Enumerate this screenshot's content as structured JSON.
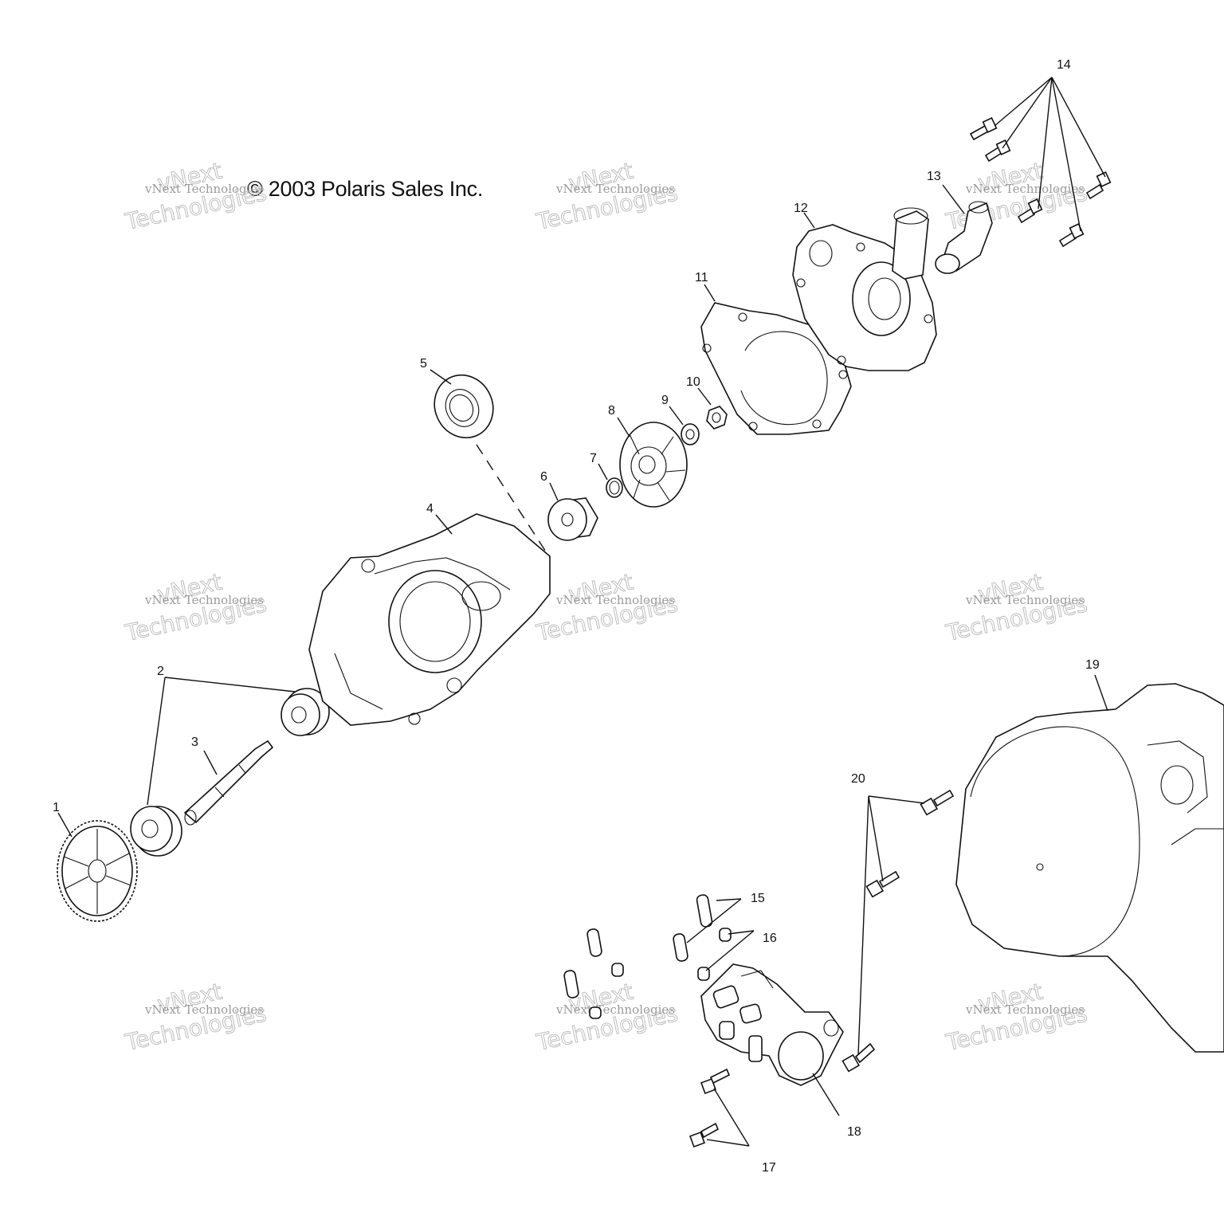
{
  "copyright": "© 2003 Polaris Sales Inc.",
  "watermark": {
    "line1": "vNext Technologies",
    "line2": "Technologies",
    "line3": "vNext"
  },
  "callouts": [
    "1",
    "2",
    "3",
    "4",
    "5",
    "6",
    "7",
    "8",
    "9",
    "10",
    "11",
    "12",
    "13",
    "14",
    "15",
    "16",
    "17",
    "18",
    "19",
    "20"
  ]
}
